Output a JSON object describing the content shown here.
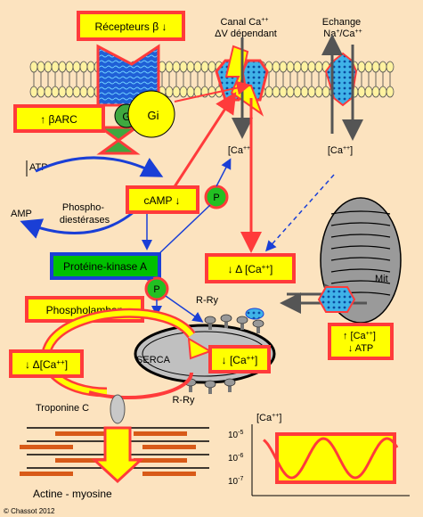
{
  "labels": {
    "beta_receptors": "Récepteurs β ↓",
    "canal_line1": "Canal Ca",
    "canal_sup": "++",
    "canal_line2": "ΔV dépendant",
    "echange_line1": "Echange",
    "echange_line2_a": "Na",
    "echange_line2_sup1": "+",
    "echange_line2_b": "/Ca",
    "echange_line2_sup2": "++",
    "barc": "↑ βARC",
    "gs": "G",
    "gi": "Gi",
    "atp": "ATP",
    "ca_under_canal": "[Ca",
    "ca_under_canal_sup": "++",
    "ca_under_canal_end": "]",
    "ca_under_exch": "[Ca",
    "ca_under_exch_sup": "++",
    "ca_under_exch_end": "]",
    "camp": "cAMP ↓",
    "p1": "P",
    "phospho1": "Phospho-",
    "phospho2": "diestérases",
    "amp": "AMP",
    "pka": "Protéine-kinase A",
    "delta_ca": "↓ Δ [Ca",
    "delta_ca_sup": "++",
    "delta_ca_end": "]",
    "p2": "P",
    "rry_top": "R-Ry",
    "phospholamban": "Phospholamban",
    "mit": "Mit",
    "mit_box_line1_a": "↑ [Ca",
    "mit_box_line1_sup": "++",
    "mit_box_line1_end": "]",
    "mit_box_line2": "↓ ATP",
    "delta_ca_left": "↓ Δ[Ca",
    "delta_ca_left_sup": "++",
    "delta_ca_left_end": "]",
    "serca": "SERCA",
    "sr_ca": "↓ [Ca",
    "sr_ca_sup": "++",
    "sr_ca_end": "]",
    "rry_bottom": "R-Ry",
    "troponine": "Troponine C",
    "actine": "Actine - myosine",
    "graph_ylabel": "[Ca",
    "graph_ylabel_sup": "++",
    "graph_ylabel_end": "]",
    "tick1": "10",
    "tick1_sup": "-5",
    "tick2": "10",
    "tick2_sup": "-6",
    "tick3": "10",
    "tick3_sup": "-7",
    "copyright": "© Chassot 2012"
  },
  "colors": {
    "background": "#fce3bf",
    "box_fill": "#ffff00",
    "box_border": "#ff3b3b",
    "arrow_red": "#ff3b3b",
    "arrow_blue": "#1a3fd6",
    "membrane_head": "#fff2a0",
    "receptor_blue": "#1f5fd6",
    "pka_border": "#1a3fd6",
    "pka_fill": "#00c000",
    "p_circle": "#22c022",
    "gi_fill": "#ffff00",
    "mito_fill": "#9a9a9a",
    "sr_fill": "#c0c0c0",
    "actin_color": "#d85a18"
  }
}
